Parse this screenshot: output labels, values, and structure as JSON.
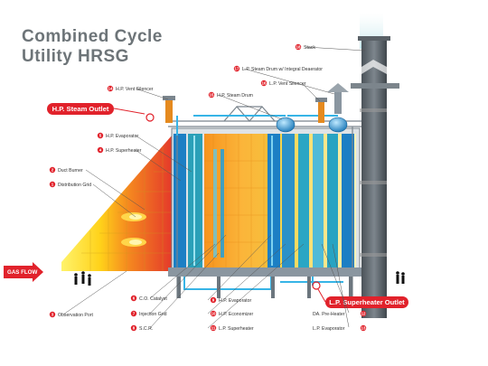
{
  "title_line1": "Combined Cycle",
  "title_line2": "Utility HRSG",
  "callouts": {
    "hp_steam_outlet": "H.P. Steam Outlet",
    "lp_superheater_outlet": "L.P. Superheater Outlet",
    "gas_flow": "GAS FLOW"
  },
  "labels": [
    {
      "n": "1",
      "text": "Distribution Grid"
    },
    {
      "n": "2",
      "text": "Duct Burner"
    },
    {
      "n": "3",
      "text": "Observation Port"
    },
    {
      "n": "4",
      "text": "H.P. Superheater"
    },
    {
      "n": "5",
      "text": "H.P. Evaporator"
    },
    {
      "n": "6",
      "text": "C.O. Catalyst"
    },
    {
      "n": "7",
      "text": "Injection Grid"
    },
    {
      "n": "8",
      "text": "S.C.R."
    },
    {
      "n": "9",
      "text": "H.P. Evaporator"
    },
    {
      "n": "10",
      "text": "H.P. Economizer"
    },
    {
      "n": "11",
      "text": "L.P. Superheater"
    },
    {
      "n": "12",
      "text": "DA. Pre-Heater"
    },
    {
      "n": "13",
      "text": "L.P. Evaporator"
    },
    {
      "n": "14",
      "text": "H.P. Vent Silencer"
    },
    {
      "n": "15",
      "text": "H.P. Steam Drum"
    },
    {
      "n": "16",
      "text": "L.P. Vent Silencer"
    },
    {
      "n": "17",
      "text": "L.P. Steam Drum w/ Integral Deaerator"
    },
    {
      "n": "18",
      "text": "Stack"
    }
  ],
  "colors": {
    "callout_red": "#e1222b",
    "steel": "#8a96a0",
    "tube_blue": "#1c7fc4",
    "pipe_cyan": "#37b4e6",
    "gas_yellow": "#f7d21c",
    "gas_red": "#e8392a"
  }
}
